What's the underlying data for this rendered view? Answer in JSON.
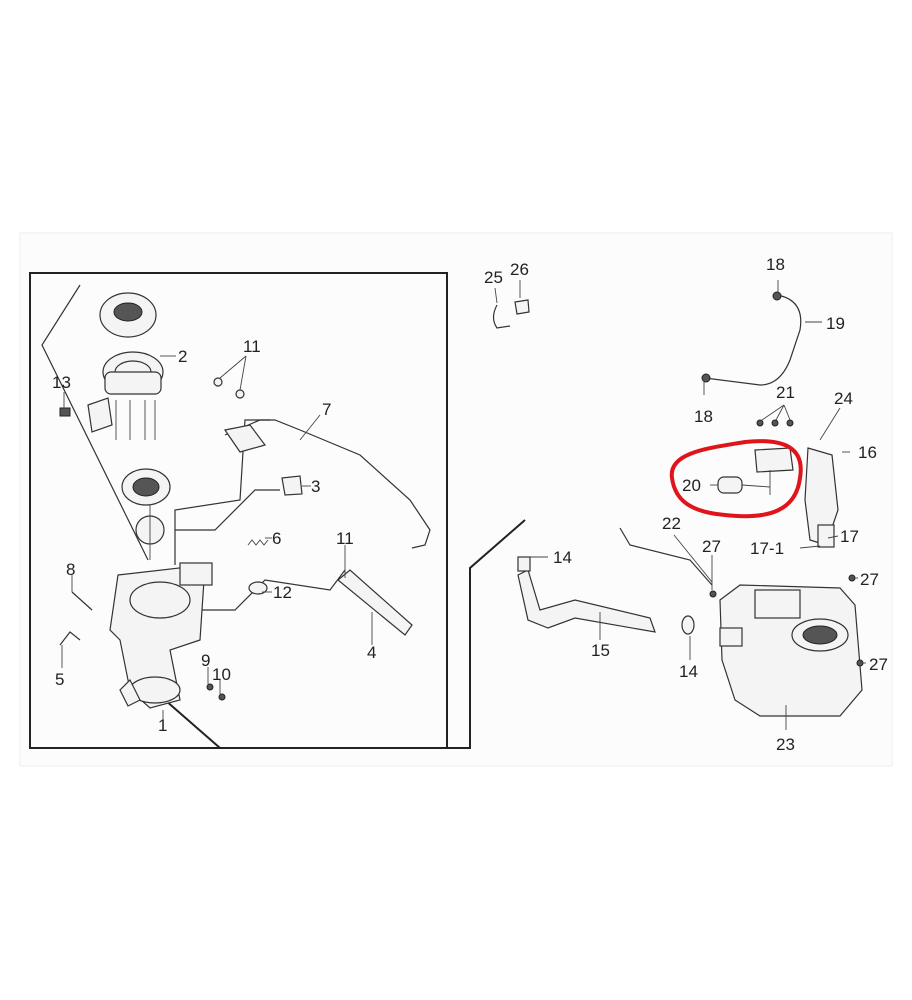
{
  "diagram": {
    "labels": {
      "p1": "1",
      "p2": "2",
      "p3": "3",
      "p4": "4",
      "p5": "5",
      "p6": "6",
      "p7": "7",
      "p8": "8",
      "p9": "9",
      "p10": "10",
      "p11a": "11",
      "p11b": "11",
      "p12": "12",
      "p13": "13",
      "p14a": "14",
      "p14b": "14",
      "p15": "15",
      "p16": "16",
      "p17": "17",
      "p17_1": "17-1",
      "p18a": "18",
      "p18b": "18",
      "p19": "19",
      "p20": "20",
      "p21": "21",
      "p22": "22",
      "p23": "23",
      "p24": "24",
      "p25": "25",
      "p26": "26",
      "p27a": "27",
      "p27b": "27",
      "p27c": "27"
    },
    "highlight_color": "#e0151b",
    "line_color": "#333333"
  }
}
